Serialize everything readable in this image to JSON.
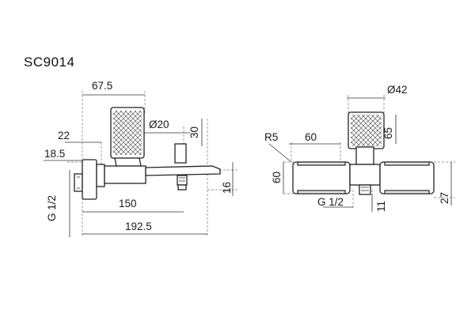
{
  "model": "SC9014",
  "side_view": {
    "dims": {
      "top_width": "67.5",
      "knob_diameter": "Ø20",
      "spout_rise": "30",
      "inlet_offset": "22",
      "inlet_height": "18.5",
      "thread": "G 1/2",
      "length": "150",
      "total_length": "192.5",
      "spout_thickness": "16"
    }
  },
  "top_view": {
    "dims": {
      "knob_diameter": "Ø42",
      "radius": "R5",
      "width": "60",
      "depth": "60",
      "knob_height": "65",
      "thread": "G 1/2",
      "outlet": "11",
      "plate": "27"
    }
  }
}
